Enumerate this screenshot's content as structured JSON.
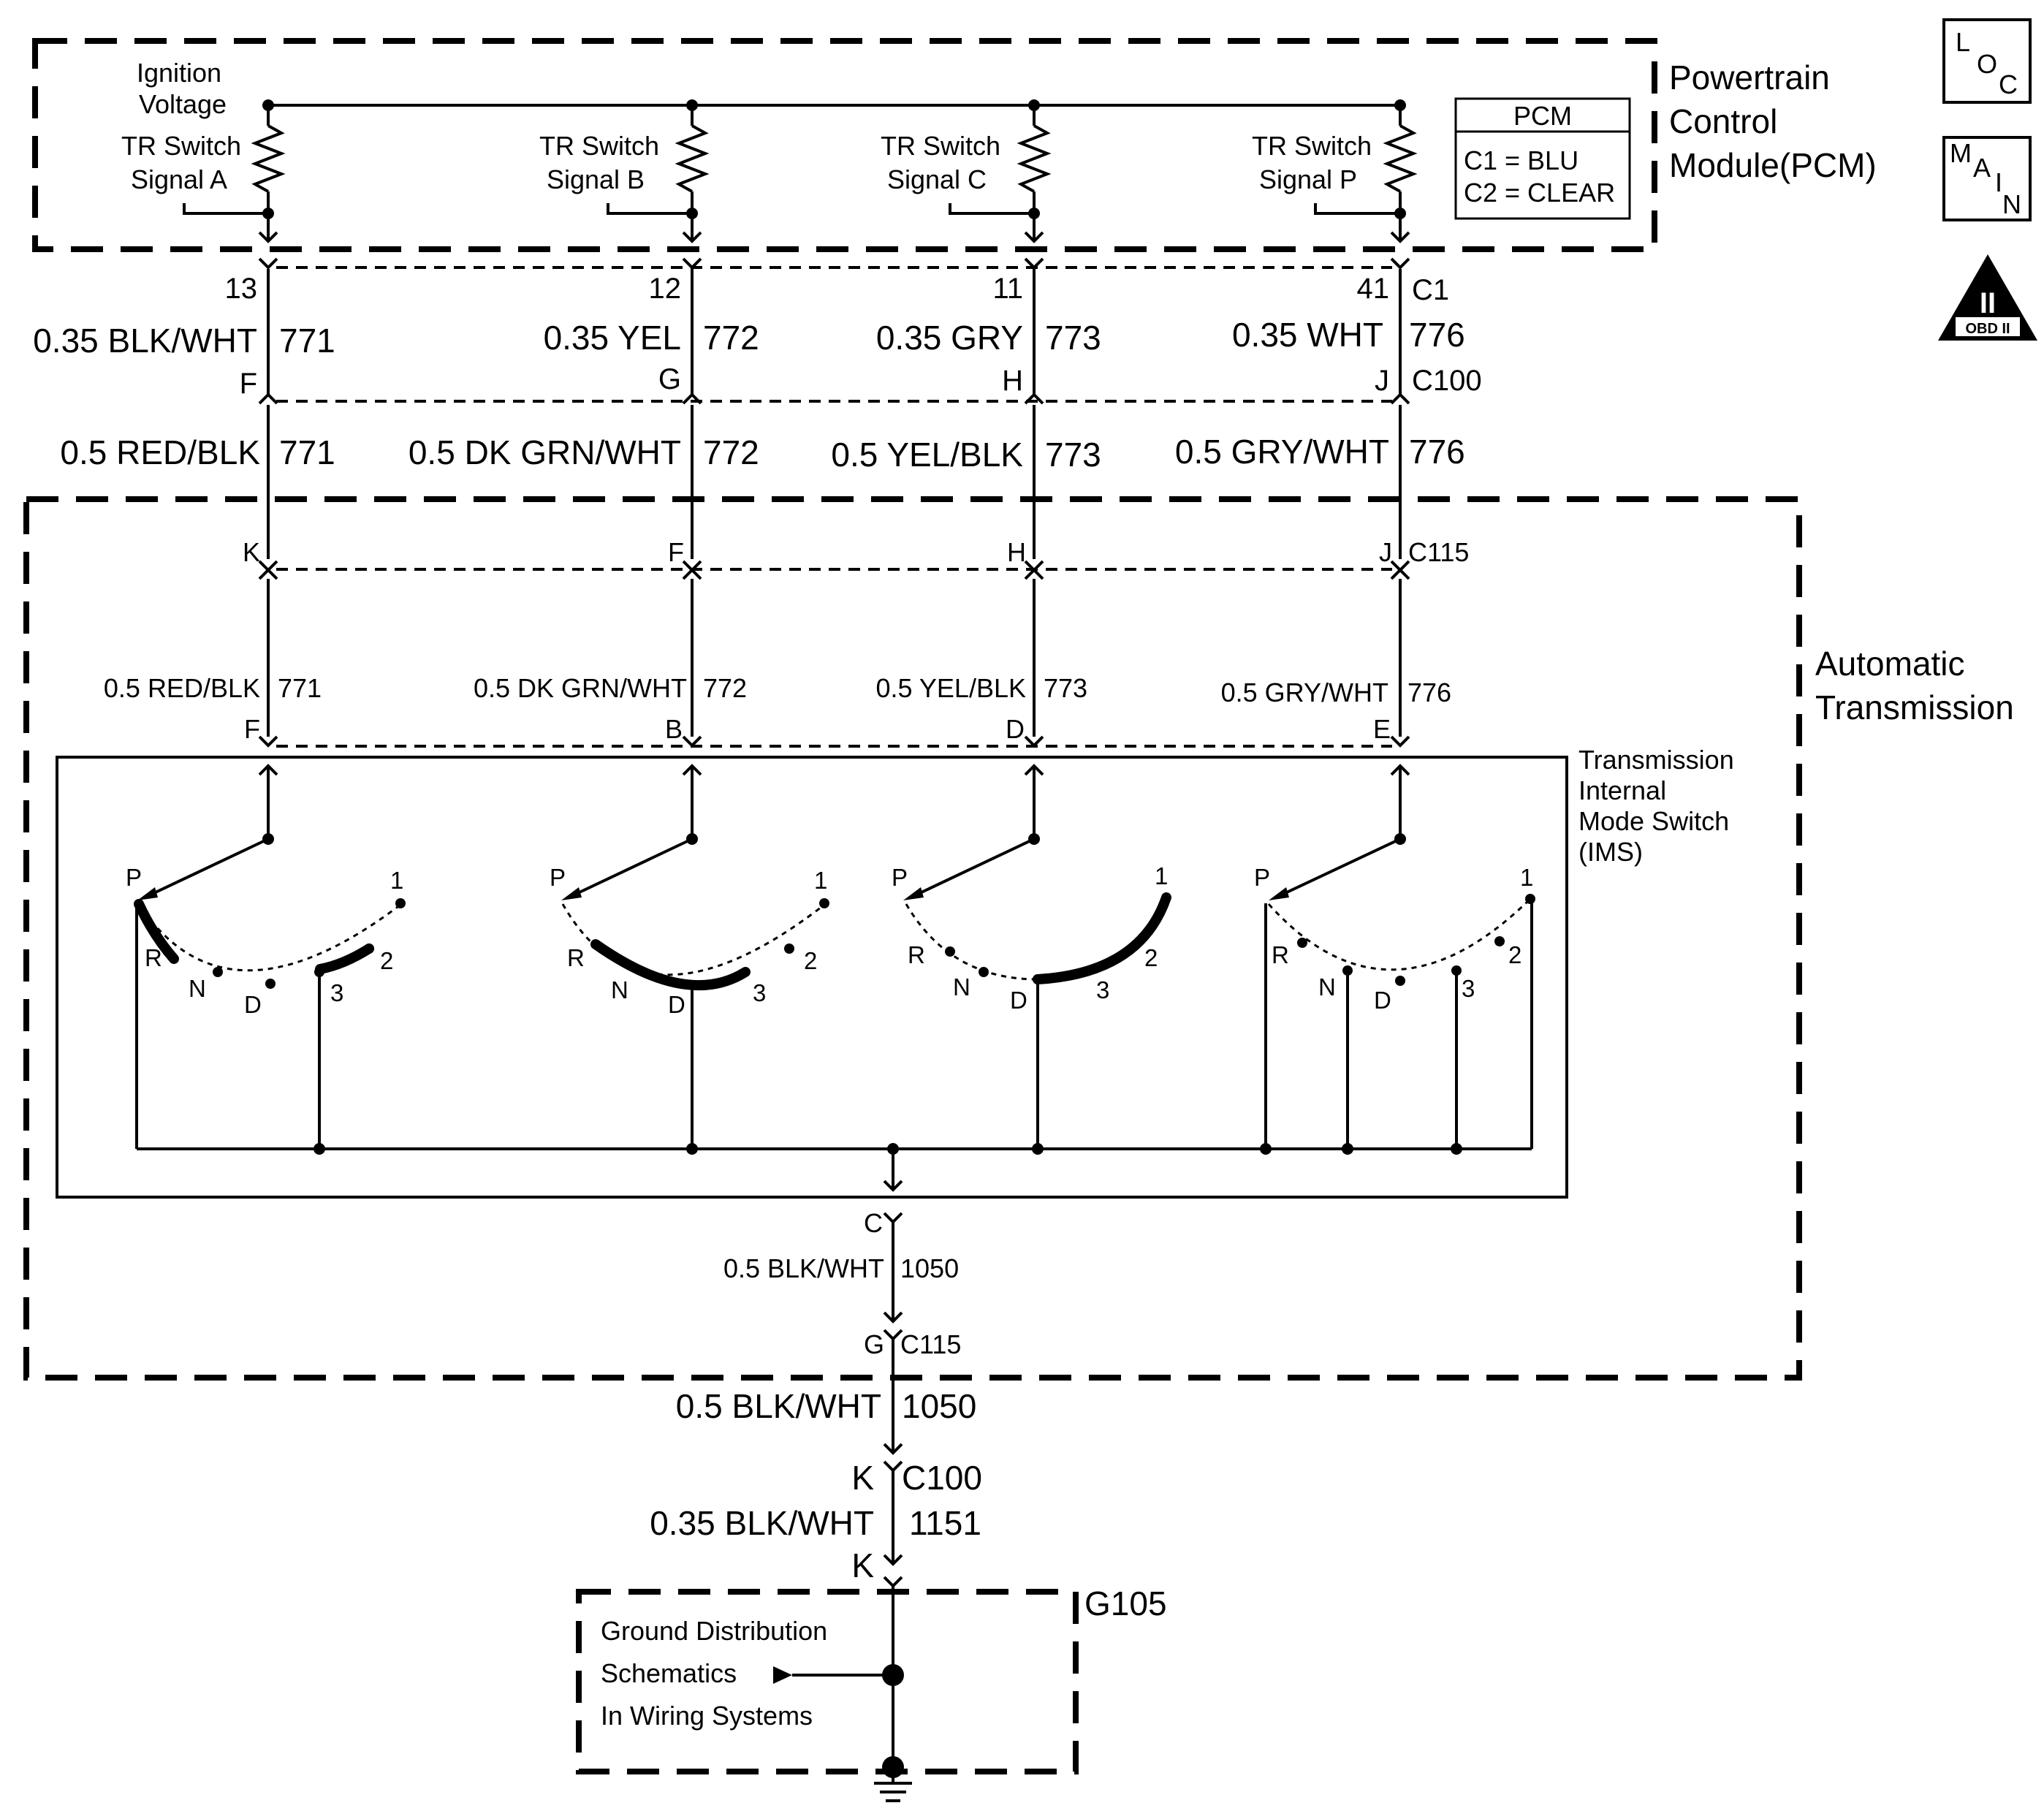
{
  "pcm": {
    "title_lines": [
      "Powertrain",
      "Control",
      "Module(PCM)"
    ],
    "ignition_label": [
      "Ignition",
      "Voltage"
    ],
    "box_title": "PCM",
    "box_lines": [
      "C1 = BLU",
      "C2 = CLEAR"
    ],
    "signals": [
      {
        "line1": "TR Switch",
        "line2": "Signal A"
      },
      {
        "line1": "TR Switch",
        "line2": "Signal B"
      },
      {
        "line1": "TR Switch",
        "line2": "Signal C"
      },
      {
        "line1": "TR Switch",
        "line2": "Signal P"
      }
    ]
  },
  "badges": {
    "loc": {
      "l": "L",
      "o": "O",
      "c": "C"
    },
    "main": {
      "m": "M",
      "a": "A",
      "i": "I",
      "n": "N"
    },
    "obd": {
      "roman": "II",
      "label": "OBD II"
    }
  },
  "connectors": {
    "c1_label": "C1",
    "c100_label": "C100",
    "c115_label": "C115",
    "pins_c1": [
      "13",
      "12",
      "11",
      "41"
    ],
    "pins_c100": [
      "F",
      "G",
      "H",
      "J"
    ],
    "pins_c115_top": [
      "K",
      "F",
      "H",
      "J"
    ],
    "pins_ims": [
      "F",
      "B",
      "D",
      "E"
    ],
    "c115_ground_top": "C",
    "c115_ground_bottom": "G",
    "c100_ground": "K",
    "ground_pin_bottom": "K"
  },
  "wires": {
    "pcm_side": [
      {
        "color": "0.35 BLK/WHT",
        "circuit": "771"
      },
      {
        "color": "0.35 YEL",
        "circuit": "772"
      },
      {
        "color": "0.35 GRY",
        "circuit": "773"
      },
      {
        "color": "0.35 WHT",
        "circuit": "776"
      }
    ],
    "harness": [
      {
        "color": "0.5 RED/BLK",
        "circuit": "771"
      },
      {
        "color": "0.5 DK GRN/WHT",
        "circuit": "772"
      },
      {
        "color": "0.5 YEL/BLK",
        "circuit": "773"
      },
      {
        "color": "0.5 GRY/WHT",
        "circuit": "776"
      }
    ],
    "internal": [
      {
        "color": "0.5 RED/BLK",
        "circuit": "771"
      },
      {
        "color": "0.5 DK GRN/WHT",
        "circuit": "772"
      },
      {
        "color": "0.5 YEL/BLK",
        "circuit": "773"
      },
      {
        "color": "0.5 GRY/WHT",
        "circuit": "776"
      }
    ],
    "ground_internal": {
      "color": "0.5 BLK/WHT",
      "circuit": "1050"
    },
    "ground_harness": {
      "color": "0.5 BLK/WHT",
      "circuit": "1050"
    },
    "ground_final": {
      "color": "0.35 BLK/WHT",
      "circuit": "1151"
    }
  },
  "transmission": {
    "title_lines": [
      "Automatic",
      "Transmission"
    ],
    "ims_lines": [
      "Transmission",
      "Internal",
      "Mode Switch",
      "(IMS)"
    ],
    "positions": [
      "P",
      "R",
      "N",
      "D",
      "3",
      "2",
      "1"
    ]
  },
  "ground": {
    "id": "G105",
    "lines": [
      "Ground Distribution",
      "Schematics",
      "In Wiring Systems"
    ]
  }
}
